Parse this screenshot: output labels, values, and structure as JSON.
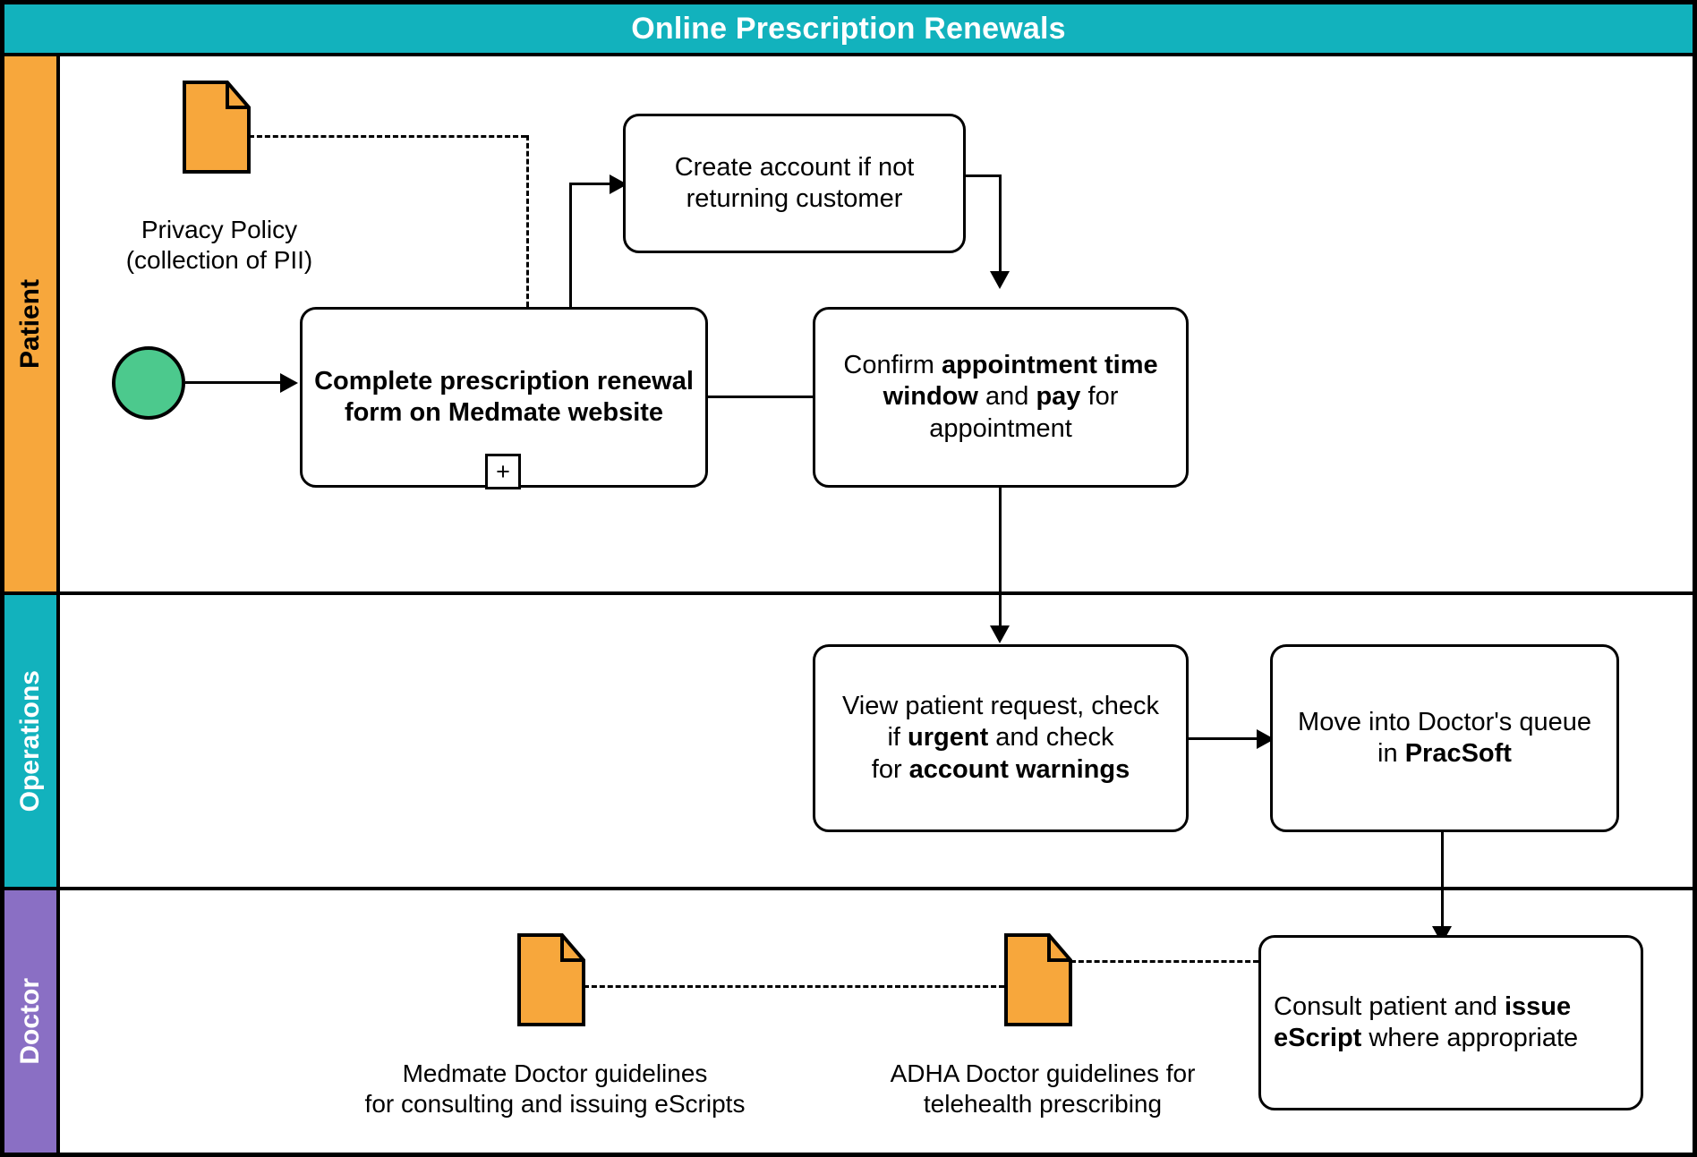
{
  "pool": {
    "title": "Online Prescription Renewals",
    "title_bg": "#12b2bd",
    "title_color": "#ffffff"
  },
  "lanes": [
    {
      "id": "patient",
      "label": "Patient",
      "bg": "#f7a73c",
      "text_color": "#000000"
    },
    {
      "id": "operations",
      "label": "Operations",
      "bg": "#12b2bd",
      "text_color": "#ffffff"
    },
    {
      "id": "doctor",
      "label": "Doctor",
      "bg": "#8a6fc4",
      "text_color": "#ffffff"
    }
  ],
  "events": {
    "start": {
      "name": "start-event",
      "fill": "#4cc98d",
      "stroke": "#000000"
    }
  },
  "tasks": {
    "complete_form": {
      "text": "Complete prescription renewal form on Medmate website",
      "marker": "+",
      "lane": "patient"
    },
    "create_account": {
      "text": "Create account if not returning customer",
      "lane": "patient"
    },
    "confirm_pay": {
      "text_plain": "Confirm appointment time window and pay for appointment",
      "lane": "patient"
    },
    "view_request": {
      "text_plain": "View patient request, check if urgent and check for account warnings",
      "lane": "operations"
    },
    "move_queue": {
      "text_plain": "Move into Doctor's queue in PracSoft",
      "lane": "operations"
    },
    "consult_escript": {
      "text_plain": "Consult patient and issue eScript where appropriate",
      "lane": "doctor"
    }
  },
  "data_objects": [
    {
      "id": "privacy-policy",
      "label": "Privacy Policy\n(collection of PII)",
      "fill": "#f7a73c",
      "lane": "patient"
    },
    {
      "id": "medmate-guidelines",
      "label": "Medmate Doctor guidelines\nfor consulting and issuing eScripts",
      "fill": "#f7a73c",
      "lane": "doctor"
    },
    {
      "id": "adha-guidelines",
      "label": "ADHA Doctor guidelines for\ntelehealth prescribing",
      "fill": "#f7a73c",
      "lane": "doctor"
    }
  ],
  "colors": {
    "stroke": "#000000",
    "canvas": "#ffffff",
    "accent_teal": "#12b2bd",
    "accent_orange": "#f7a73c",
    "accent_purple": "#8a6fc4",
    "accent_green": "#4cc98d"
  }
}
